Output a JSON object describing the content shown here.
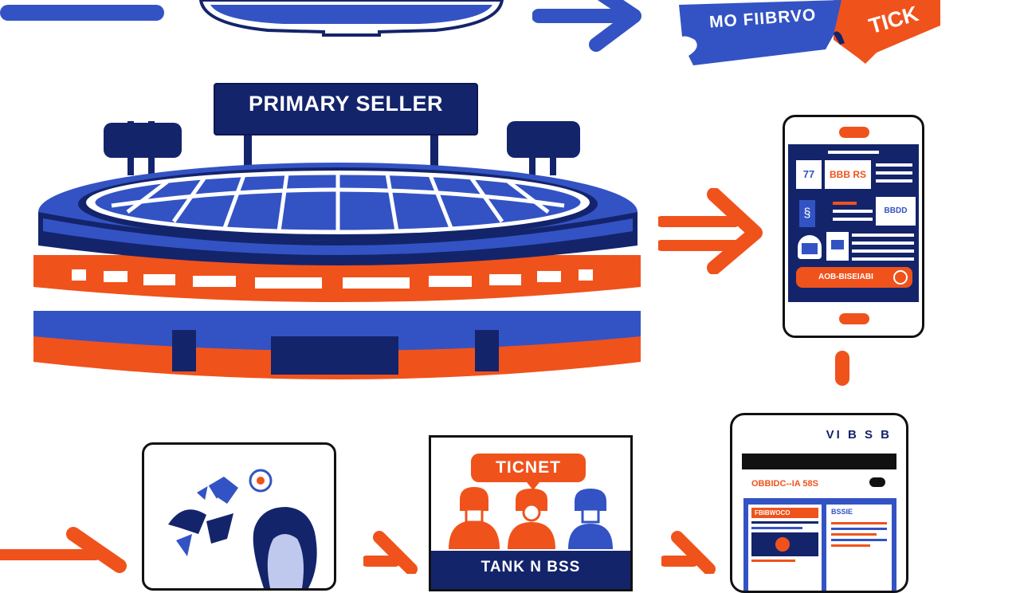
{
  "colors": {
    "navy": "#14246b",
    "blue": "#3353c4",
    "light_blue": "#6f8ee6",
    "orange": "#f0521c",
    "white": "#ffffff",
    "outline": "#111111"
  },
  "top_ticket": {
    "blue_text": "MO FIIBRVO",
    "orange_text": "TICK"
  },
  "stadium": {
    "sign": "PRIMARY SELLER"
  },
  "mobile_app": {
    "row1": {
      "left_text": "77",
      "mid_text": "BBB RS"
    },
    "row2": {
      "mid_text": "BBDD"
    },
    "button": "AOB-BISEIABI"
  },
  "ticket_booth": {
    "bubble": "TICNET",
    "banner": "TANK N BSS"
  },
  "phone2": {
    "header": "VI B S B",
    "title": "OBBIDC--IA 58S",
    "doc_left": "FBIBWOCO",
    "doc_right": "BSSIE"
  },
  "icons": {
    "arrows": "arrow-icon",
    "fans": "fans-icon",
    "people": "people-icon"
  }
}
